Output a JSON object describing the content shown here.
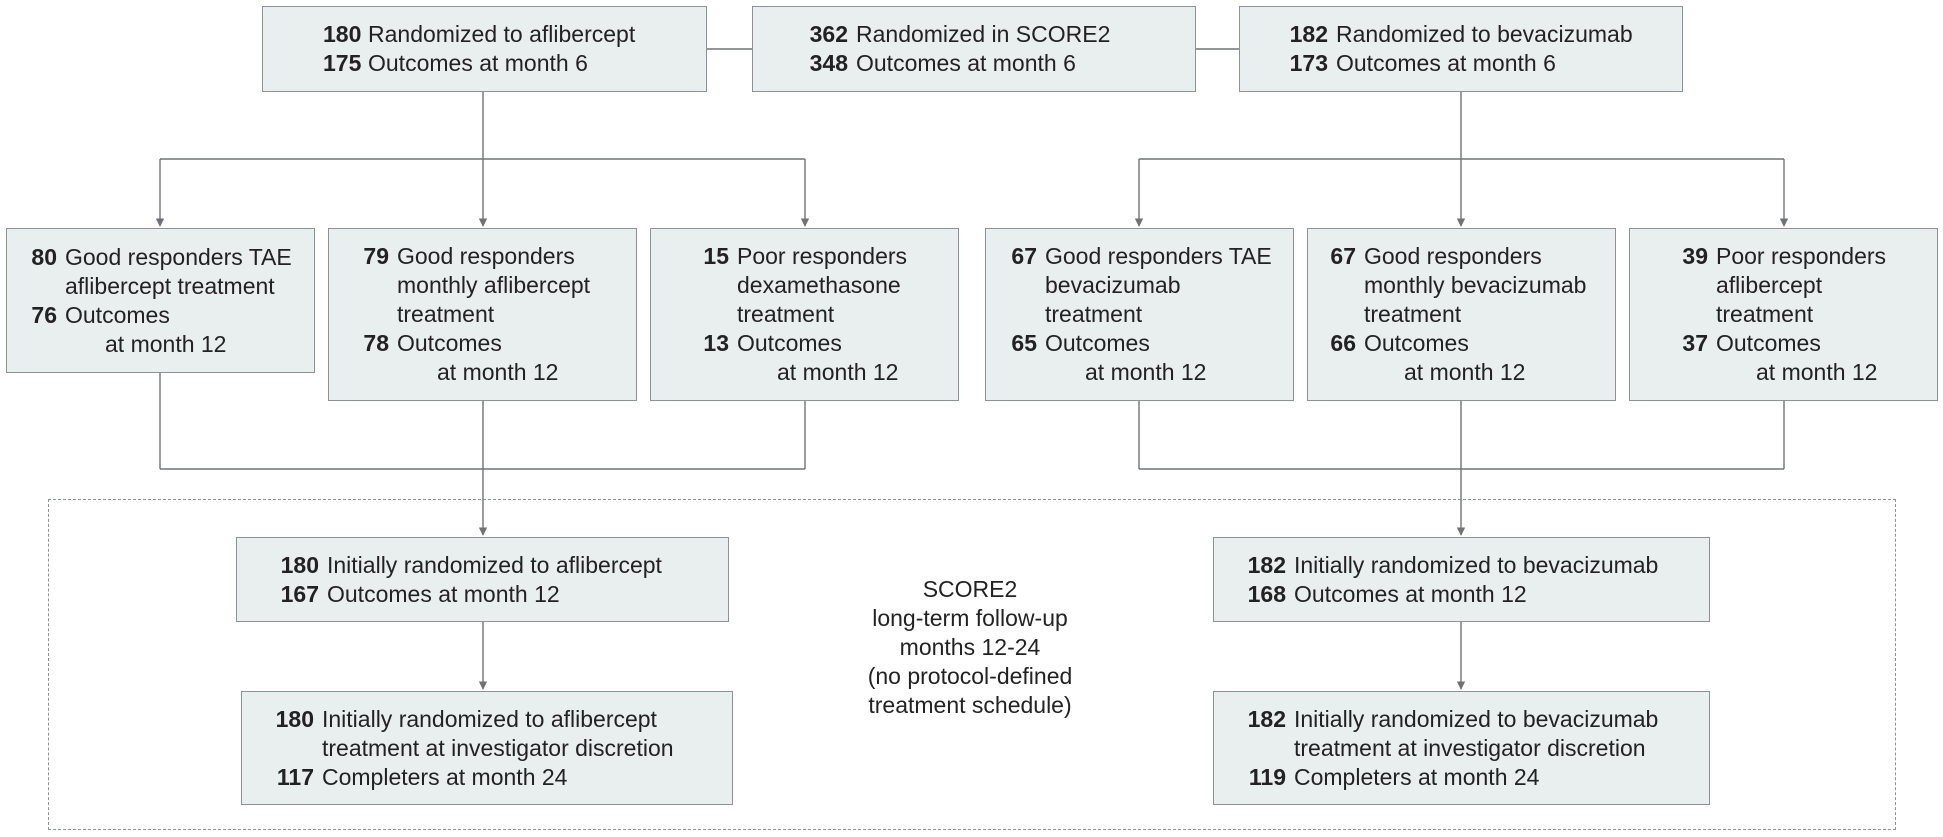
{
  "top": {
    "aflibercept": {
      "lines": [
        {
          "n": "180",
          "t": "Randomized to aflibercept"
        },
        {
          "n": "175",
          "t": "Outcomes at month 6"
        }
      ]
    },
    "score2": {
      "lines": [
        {
          "n": "362",
          "t": "Randomized in SCORE2"
        },
        {
          "n": "348",
          "t": "Outcomes at month 6"
        }
      ]
    },
    "bevacizumab": {
      "lines": [
        {
          "n": "182",
          "t": "Randomized to bevacizumab"
        },
        {
          "n": "173",
          "t": "Outcomes at month 6"
        }
      ]
    }
  },
  "middle": {
    "aflibercept_good_tae": {
      "lines": [
        {
          "n": "80",
          "t": "Good responders TAE"
        },
        {
          "n": "",
          "t": "aflibercept treatment"
        },
        {
          "n": "76",
          "t": "Outcomes"
        },
        {
          "n": "",
          "t": "at month 12"
        }
      ]
    },
    "aflibercept_good_monthly": {
      "lines": [
        {
          "n": "79",
          "t": "Good responders"
        },
        {
          "n": "",
          "t": "monthly aflibercept"
        },
        {
          "n": "",
          "t": "treatment"
        },
        {
          "n": "78",
          "t": "Outcomes"
        },
        {
          "n": "",
          "t": "at month 12"
        }
      ]
    },
    "aflibercept_poor": {
      "lines": [
        {
          "n": "15",
          "t": "Poor responders"
        },
        {
          "n": "",
          "t": "dexamethasone"
        },
        {
          "n": "",
          "t": "treatment"
        },
        {
          "n": "13",
          "t": "Outcomes"
        },
        {
          "n": "",
          "t": "at month 12"
        }
      ]
    },
    "bevacizumab_good_tae": {
      "lines": [
        {
          "n": "67",
          "t": "Good responders TAE"
        },
        {
          "n": "",
          "t": "bevacizumab"
        },
        {
          "n": "",
          "t": "treatment"
        },
        {
          "n": "65",
          "t": "Outcomes"
        },
        {
          "n": "",
          "t": "at month 12"
        }
      ]
    },
    "bevacizumab_good_monthly": {
      "lines": [
        {
          "n": "67",
          "t": "Good responders"
        },
        {
          "n": "",
          "t": "monthly bevacizumab"
        },
        {
          "n": "",
          "t": "treatment"
        },
        {
          "n": "66",
          "t": "Outcomes"
        },
        {
          "n": "",
          "t": "at month 12"
        }
      ]
    },
    "bevacizumab_poor": {
      "lines": [
        {
          "n": "39",
          "t": "Poor responders"
        },
        {
          "n": "",
          "t": "aflibercept"
        },
        {
          "n": "",
          "t": "treatment"
        },
        {
          "n": "37",
          "t": "Outcomes"
        },
        {
          "n": "",
          "t": "at month 12"
        }
      ]
    }
  },
  "followup": {
    "aflibercept_m12": {
      "lines": [
        {
          "n": "180",
          "t": "Initially randomized to aflibercept"
        },
        {
          "n": "167",
          "t": "Outcomes at month 12"
        }
      ]
    },
    "aflibercept_m24": {
      "lines": [
        {
          "n": "180",
          "t": "Initially randomized to aflibercept"
        },
        {
          "n": "",
          "t": "treatment at investigator discretion"
        },
        {
          "n": "117",
          "t": "Completers at month 24"
        }
      ]
    },
    "bevacizumab_m12": {
      "lines": [
        {
          "n": "182",
          "t": "Initially randomized to bevacizumab"
        },
        {
          "n": "168",
          "t": "Outcomes at month 12"
        }
      ]
    },
    "bevacizumab_m24": {
      "lines": [
        {
          "n": "182",
          "t": "Initially randomized to bevacizumab"
        },
        {
          "n": "",
          "t": "treatment at investigator discretion"
        },
        {
          "n": "119",
          "t": "Completers at month 24"
        }
      ]
    },
    "label": [
      "SCORE2",
      "long-term follow-up",
      "months 12-24",
      "(no protocol-defined",
      "treatment schedule)"
    ]
  },
  "colors": {
    "box_fill": "#e9eeee",
    "box_border": "#8c9396",
    "connector": "#6e7376"
  }
}
